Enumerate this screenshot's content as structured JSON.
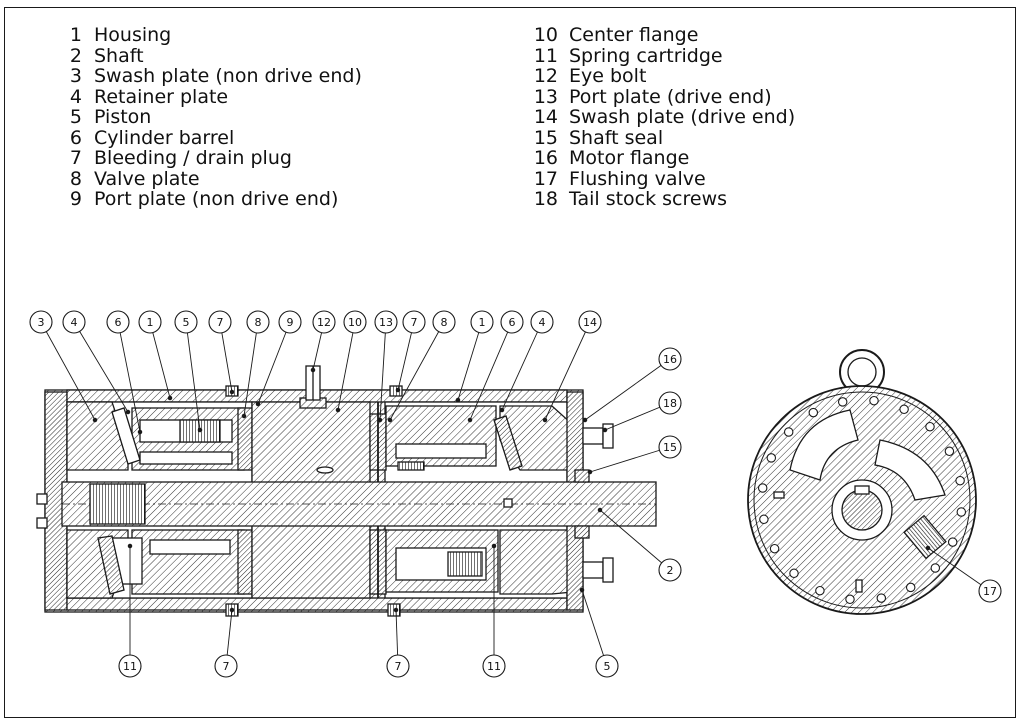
{
  "legend": {
    "left": [
      {
        "num": "1",
        "label": "Housing"
      },
      {
        "num": "2",
        "label": "Shaft"
      },
      {
        "num": "3",
        "label": "Swash plate (non drive end)"
      },
      {
        "num": "4",
        "label": "Retainer plate"
      },
      {
        "num": "5",
        "label": "Piston"
      },
      {
        "num": "6",
        "label": "Cylinder barrel"
      },
      {
        "num": "7",
        "label": "Bleeding / drain plug"
      },
      {
        "num": "8",
        "label": "Valve plate"
      },
      {
        "num": "9",
        "label": "Port plate (non drive end)"
      }
    ],
    "right": [
      {
        "num": "10",
        "label": "Center flange"
      },
      {
        "num": "11",
        "label": "Spring cartridge"
      },
      {
        "num": "12",
        "label": "Eye bolt"
      },
      {
        "num": "13",
        "label": "Port plate (drive end)"
      },
      {
        "num": "14",
        "label": "Swash plate (drive end)"
      },
      {
        "num": "15",
        "label": "Shaft seal"
      },
      {
        "num": "16",
        "label": "Motor flange"
      },
      {
        "num": "17",
        "label": "Flushing valve"
      },
      {
        "num": "18",
        "label": "Tail stock screws"
      }
    ]
  },
  "callouts": {
    "top_row": [
      "3",
      "4",
      "6",
      "1",
      "5",
      "7",
      "8",
      "9",
      "12",
      "10",
      "13",
      "7",
      "8",
      "1",
      "6",
      "4",
      "14"
    ],
    "right_side": [
      "16",
      "18",
      "15",
      "2"
    ],
    "bottom_row": [
      "11",
      "7",
      "7",
      "11",
      "5"
    ],
    "end_view": [
      "17"
    ]
  },
  "colors": {
    "line": "#1a1a1a",
    "hatch": "#2a2a2a",
    "paper": "#ffffff"
  }
}
